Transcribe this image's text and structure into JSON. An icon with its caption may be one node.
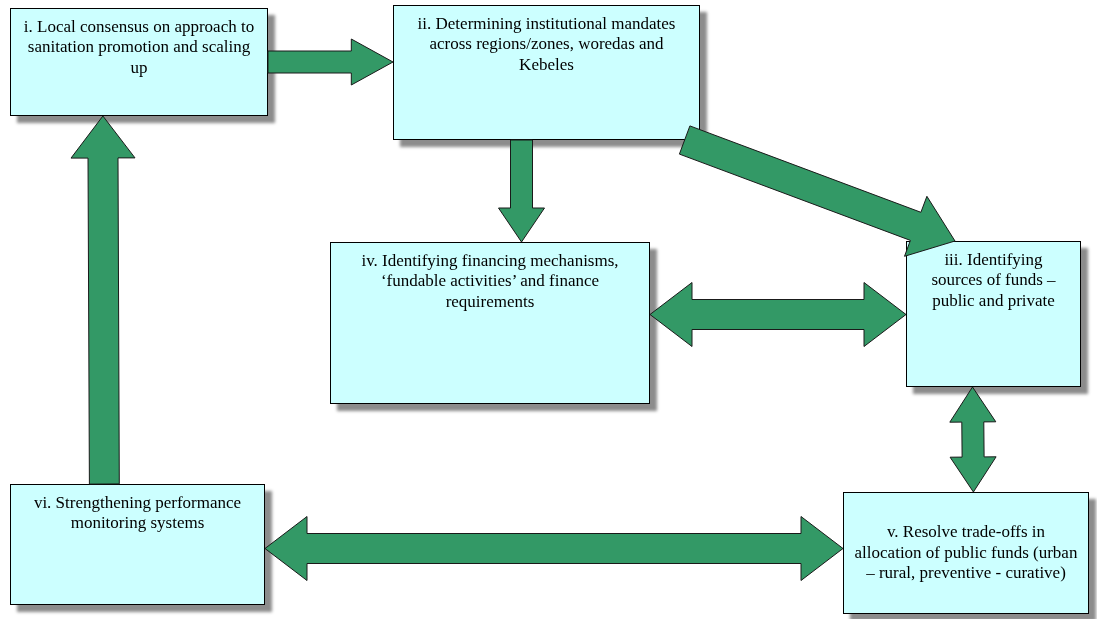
{
  "diagram": {
    "nodes": [
      {
        "text": [
          "i. Local consensus on approach to sanitation promotion and scaling up"
        ]
      },
      {
        "text": [
          "ii. Determining institutional mandates across regions/zones, woredas and Kebeles"
        ]
      },
      {
        "text": [
          "iv. Identifying financing mechanisms, ‘fundable activities’ and finance requirements"
        ]
      },
      {
        "text": [
          "iii. Identifying sources of funds – public and private"
        ]
      },
      {
        "text": [
          "v. Resolve trade-offs in allocation of public funds (urban – rural, preventive - curative)"
        ]
      },
      {
        "text": [
          "vi. Strengthening performance monitoring systems"
        ]
      }
    ],
    "edges": [
      {
        "from": 0,
        "to": 1,
        "arrow": "to"
      },
      {
        "from": 1,
        "to": 2,
        "arrow": "to"
      },
      {
        "from": 1,
        "to": 3,
        "arrow": "to"
      },
      {
        "from": 2,
        "to": 3,
        "arrow": "both"
      },
      {
        "from": 3,
        "to": 4,
        "arrow": "both"
      },
      {
        "from": 5,
        "to": 4,
        "arrow": "both"
      },
      {
        "from": 5,
        "to": 0,
        "arrow": "to"
      }
    ]
  }
}
